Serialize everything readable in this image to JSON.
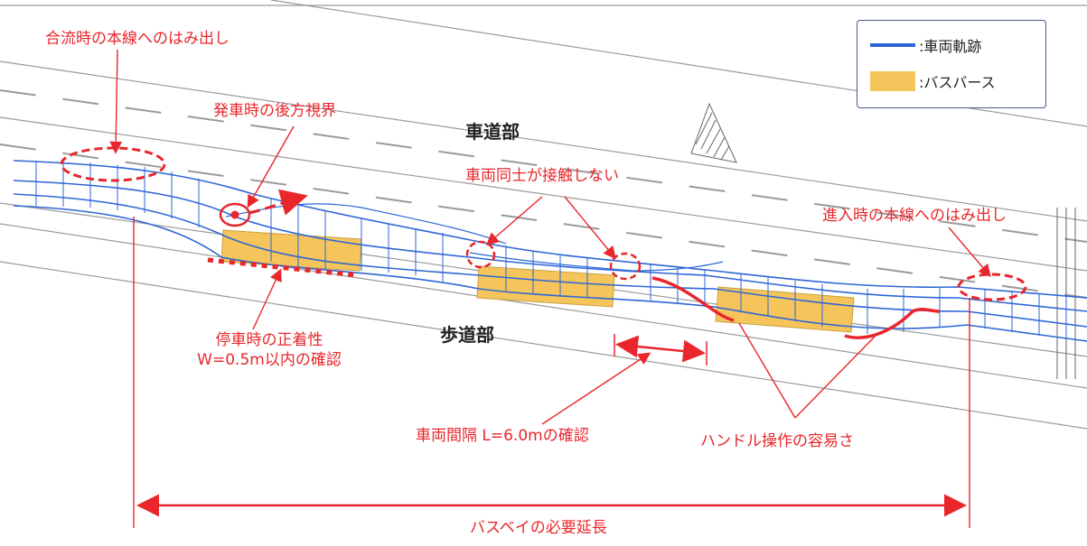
{
  "legend": {
    "track_label": ":車両軌跡",
    "busbase_label": ":バスバース",
    "track_color": "#2e66d6",
    "busbase_color": "#f5c55c"
  },
  "zones": {
    "roadway": "車道部",
    "sidewalk": "歩道部"
  },
  "annotations": {
    "merge_overhang": "合流時の本線へのはみ出し",
    "departure_rear_view": "発車時の後方視界",
    "no_contact": "車両同士が接触しない",
    "entry_overhang": "進入時の本線へのはみ出し",
    "stop_alignment_line1": "停車時の正着性",
    "stop_alignment_line2": "W=0.5m以内の確認",
    "vehicle_gap": "車両間隔 L=6.0mの確認",
    "steering_ease": "ハンドル操作の容易さ",
    "required_length": "バスベイの必要延長"
  },
  "colors": {
    "annotation": "#e8262b",
    "track": "#2e66d6",
    "busbase": "#f5c55c"
  }
}
